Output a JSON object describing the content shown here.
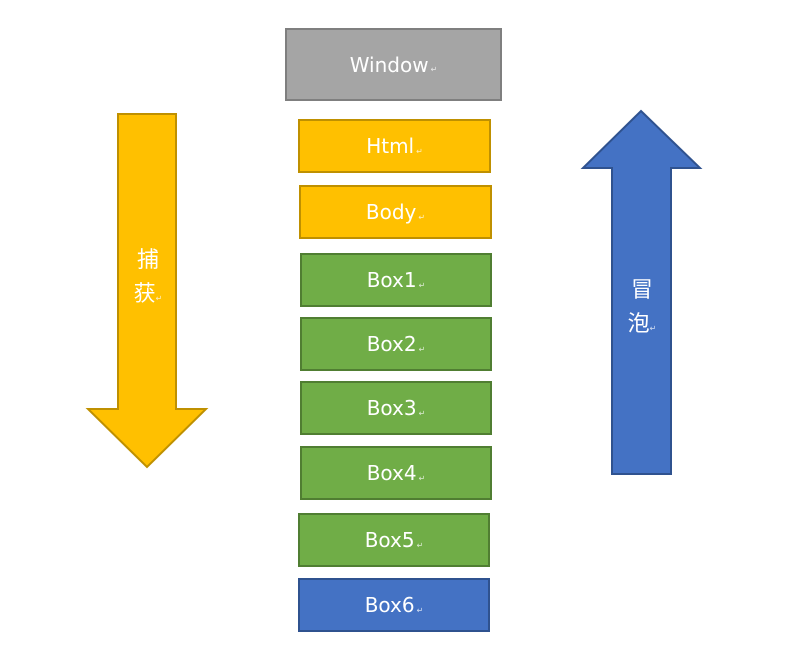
{
  "boxes": {
    "window": "Window",
    "html": "Html",
    "body": "Body",
    "box1": "Box1",
    "box2": "Box2",
    "box3": "Box3",
    "box4": "Box4",
    "box5": "Box5",
    "box6": "Box6"
  },
  "arrows": {
    "capture": {
      "line1": "捕",
      "line2": "获",
      "direction": "down",
      "color": "#ffc000"
    },
    "bubble": {
      "line1": "冒",
      "line2": "泡",
      "direction": "up",
      "color": "#4472c4"
    }
  },
  "paragraph_mark": "↵",
  "colors": {
    "window": "#a5a5a5",
    "html_body": "#ffc000",
    "boxes_green": "#70ad47",
    "box6": "#4472c4"
  }
}
